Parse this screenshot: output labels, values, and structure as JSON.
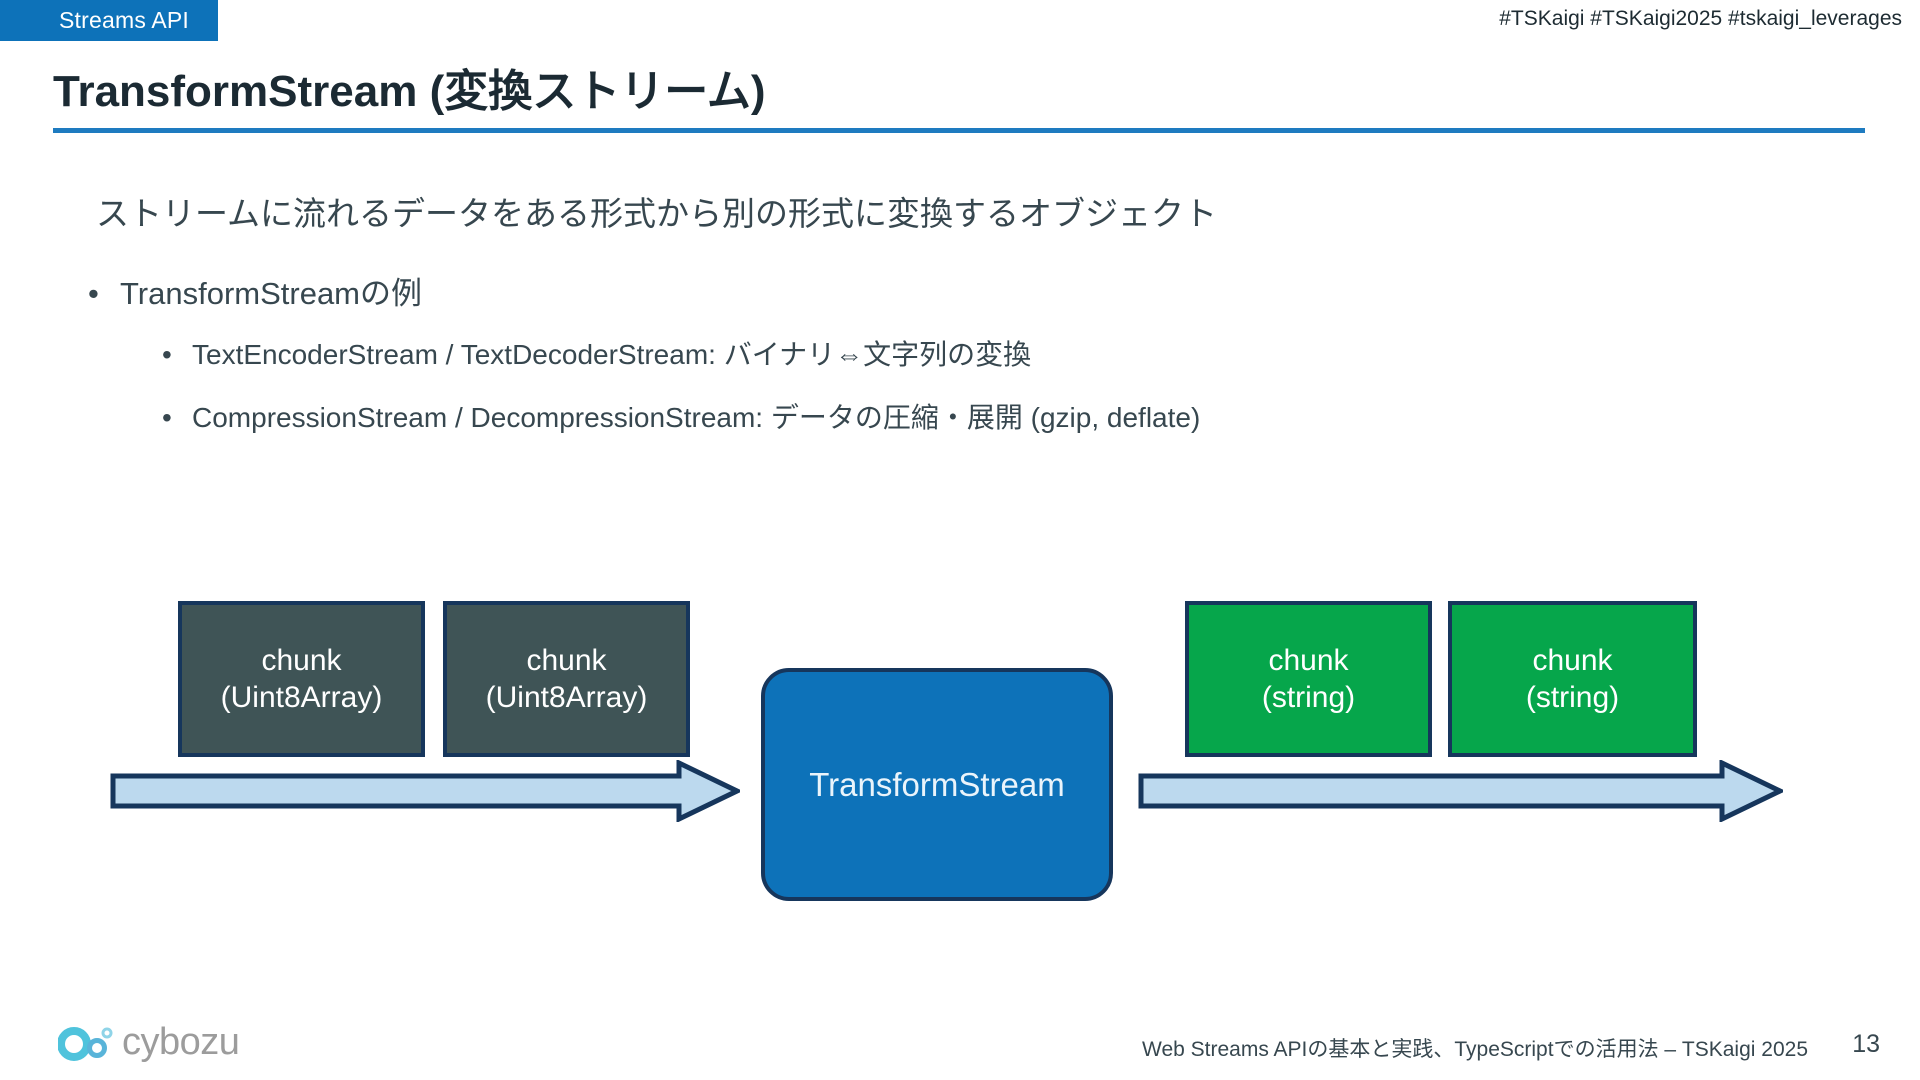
{
  "header": {
    "section_tag": "Streams API",
    "hashtags": "#TSKaigi #TSKaigi2025 #tskaigi_leverages",
    "title": "TransformStream (変換ストリーム)"
  },
  "body": {
    "lead": "ストリームに流れるデータをある形式から別の形式に変換するオブジェクト",
    "bullet_char": "•",
    "bullets": [
      {
        "label": "TransformStreamの例",
        "children": [
          "TextEncoderStream / TextDecoderStream: バイナリ⇔文字列の変換",
          "CompressionStream / DecompressionStream: データの圧縮・展開 (gzip, deflate)"
        ]
      }
    ]
  },
  "diagram": {
    "input_chunks": [
      {
        "line1": "chunk",
        "line2": "(Uint8Array)"
      },
      {
        "line1": "chunk",
        "line2": "(Uint8Array)"
      }
    ],
    "processor_label": "TransformStream",
    "output_chunks": [
      {
        "line1": "chunk",
        "line2": "(string)"
      },
      {
        "line1": "chunk",
        "line2": "(string)"
      }
    ],
    "colors": {
      "input_chunk_fill": "#3F5456",
      "output_chunk_fill": "#06A64B",
      "processor_fill": "#0D72B9",
      "arrow_fill": "#BCD9EE",
      "border": "#16365C"
    }
  },
  "footer": {
    "logo_text": "cybozu",
    "note": "Web Streams APIの基本と実践、TypeScriptでの活用法 – TSKaigi 2025",
    "page_number": "13"
  },
  "theme": {
    "accent_blue": "#0D72B9",
    "rule_blue": "#1E7BC0",
    "text_dark": "#37474F",
    "title_dark": "#1B2A33"
  }
}
